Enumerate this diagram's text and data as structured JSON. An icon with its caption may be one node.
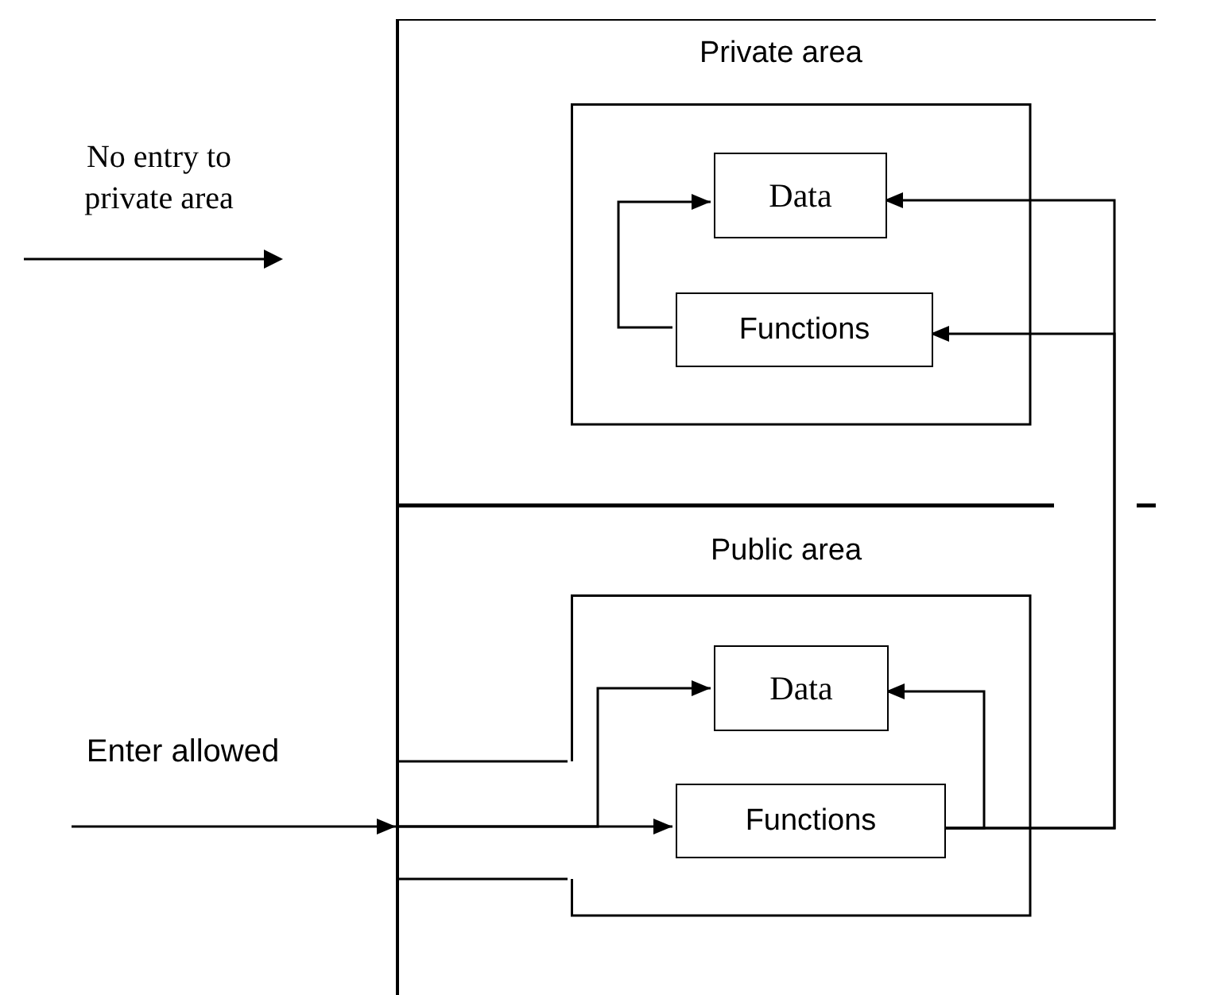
{
  "diagram": {
    "nodes": [
      {
        "text": [
          "Private area"
        ]
      },
      {
        "text": [],
        "shape": "box",
        "in": 0
      },
      {
        "text": [
          "Data"
        ],
        "in": 1
      },
      {
        "text": [
          "Functions"
        ],
        "in": 1
      },
      {
        "text": [
          "Public area"
        ]
      },
      {
        "text": [],
        "shape": "box",
        "in": 4
      },
      {
        "text": [
          "Data"
        ],
        "in": 5
      },
      {
        "text": [
          "Functions"
        ],
        "in": 5
      }
    ],
    "edges": [
      {
        "from": null,
        "to": 4,
        "arrow": "to"
      },
      {
        "from": 4,
        "to": 7,
        "arrow": "to"
      },
      {
        "from": 4,
        "to": 6,
        "arrow": "to"
      },
      {
        "from": 3,
        "to": 2,
        "arrow": "to"
      },
      {
        "from": 7,
        "to": 6,
        "arrow": "to"
      },
      {
        "from": 7,
        "to": 3,
        "arrow": "to"
      },
      {
        "from": 7,
        "to": 2,
        "arrow": "to"
      }
    ],
    "labels": [
      "No entry to private area",
      "Enter allowed"
    ]
  }
}
